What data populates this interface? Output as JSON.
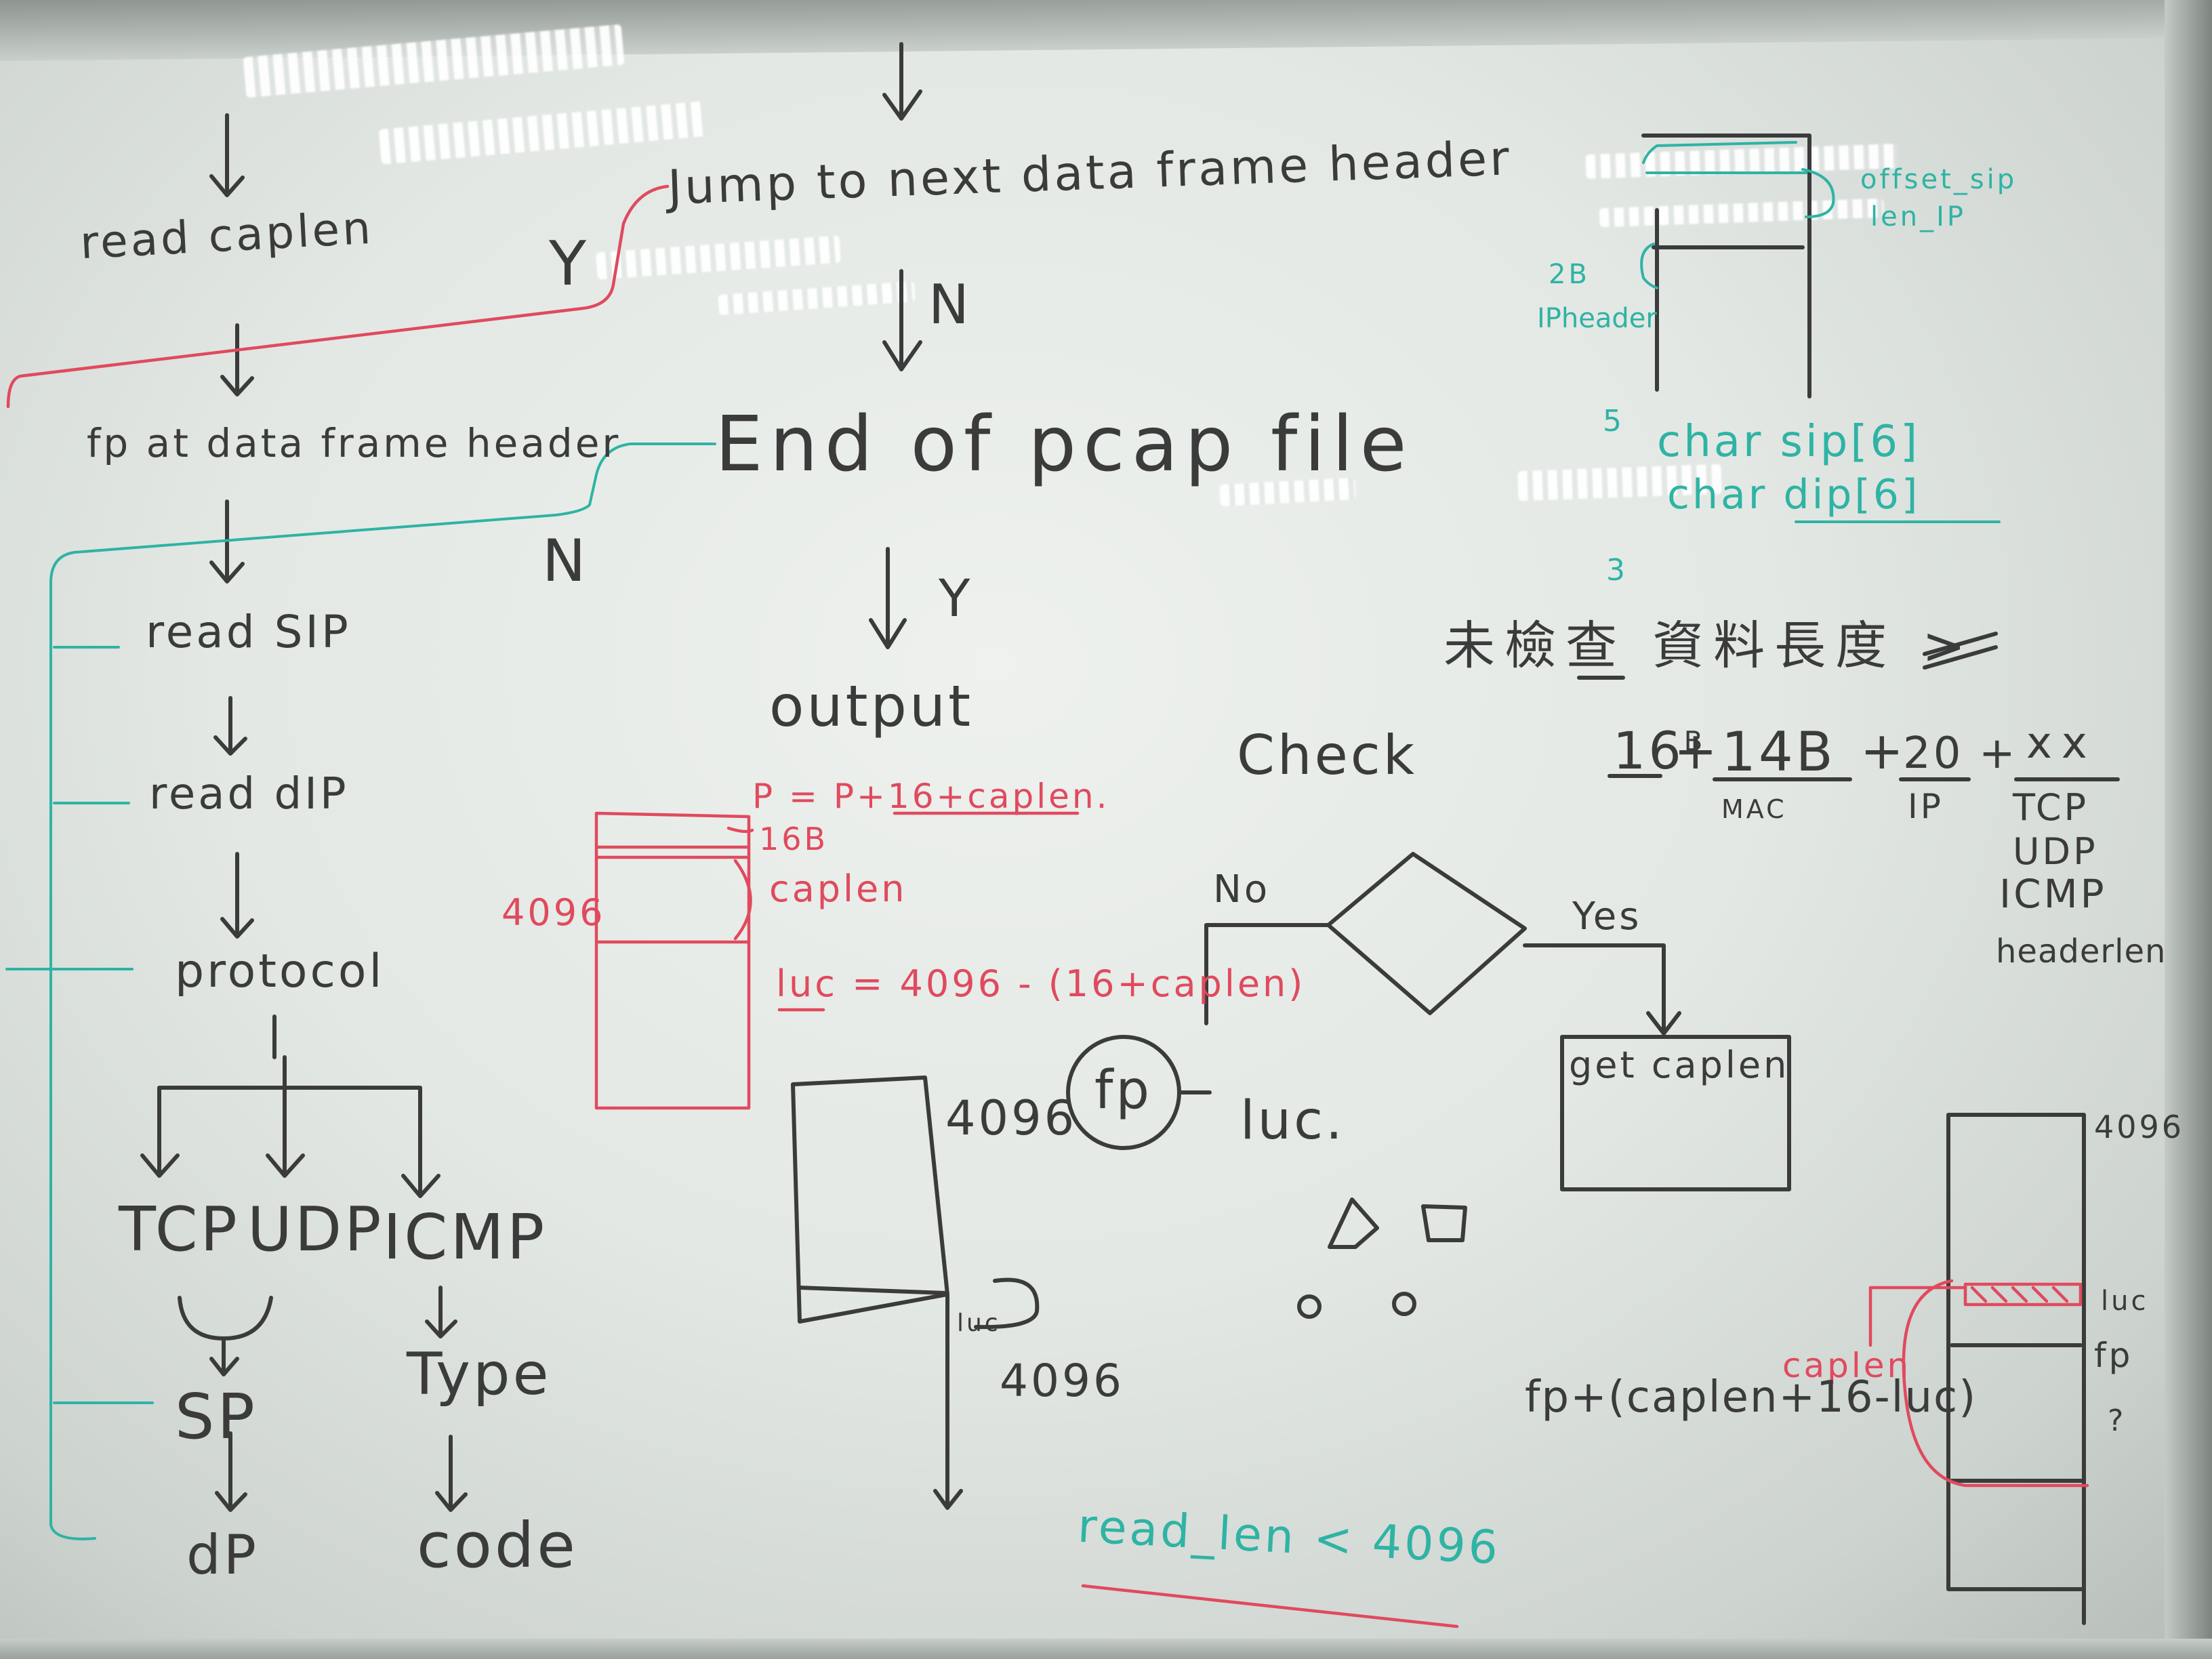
{
  "left_flow": {
    "read_caplen": "read caplen",
    "fp_at_header": "fp at data frame header",
    "read_sip": "read SIP",
    "read_dip": "read dIP",
    "protocol": "protocol",
    "tcp": "TCP",
    "udp": "UDP",
    "icmp": "ICMP",
    "sp": "SP",
    "dp": "dP",
    "type": "Type",
    "code": "code",
    "label_y": "Y",
    "label_n": "N"
  },
  "center_flow": {
    "jump": "Jump to next data frame header",
    "label_n": "N",
    "end_of_file": "End of pcap file",
    "label_y": "Y",
    "output": "output",
    "formula": "P = P+16+caplen.",
    "label_16b": "16B",
    "caplen": "caplen",
    "size_4096": "4096",
    "luc_formula": "luc = 4096 - (16+caplen)",
    "block_4096": "4096",
    "luc_small": "luc",
    "block_4096_b": "4096",
    "fp": "fp",
    "luc_label": "luc.",
    "read_len": "read_len < 4096"
  },
  "check": {
    "title": "Check",
    "no": "No",
    "yes": "Yes",
    "get_caplen": "get caplen"
  },
  "top_right": {
    "offset_sip": "offset_sip",
    "len_ip": "len_IP",
    "label_2b": "2B",
    "ip_header": "IPheader",
    "char_sip": "char sip[6]",
    "char_dip": "char dip[6]",
    "brace_5": "5",
    "brace_3": "3",
    "chinese_note": "未檢查 資料長度 >",
    "sum_16b": "16",
    "sum_16b_sup": "B",
    "sum_14b": "14B",
    "sum_20": "20",
    "sum_xx": "xx",
    "mac": "MAC",
    "ip": "IP",
    "protocols": [
      "TCP",
      "UDP",
      "ICMP",
      "headerlen"
    ]
  },
  "bottom_right": {
    "size_4096": "4096",
    "luc": "luc",
    "fp": "fp",
    "caplen": "caplen",
    "question": "?",
    "formula": "fp+(caplen+16-luc)"
  },
  "colors": {
    "black_marker": "#3a3b3a",
    "red_marker": "#e04a5e",
    "teal_marker": "#2fb3a4"
  }
}
